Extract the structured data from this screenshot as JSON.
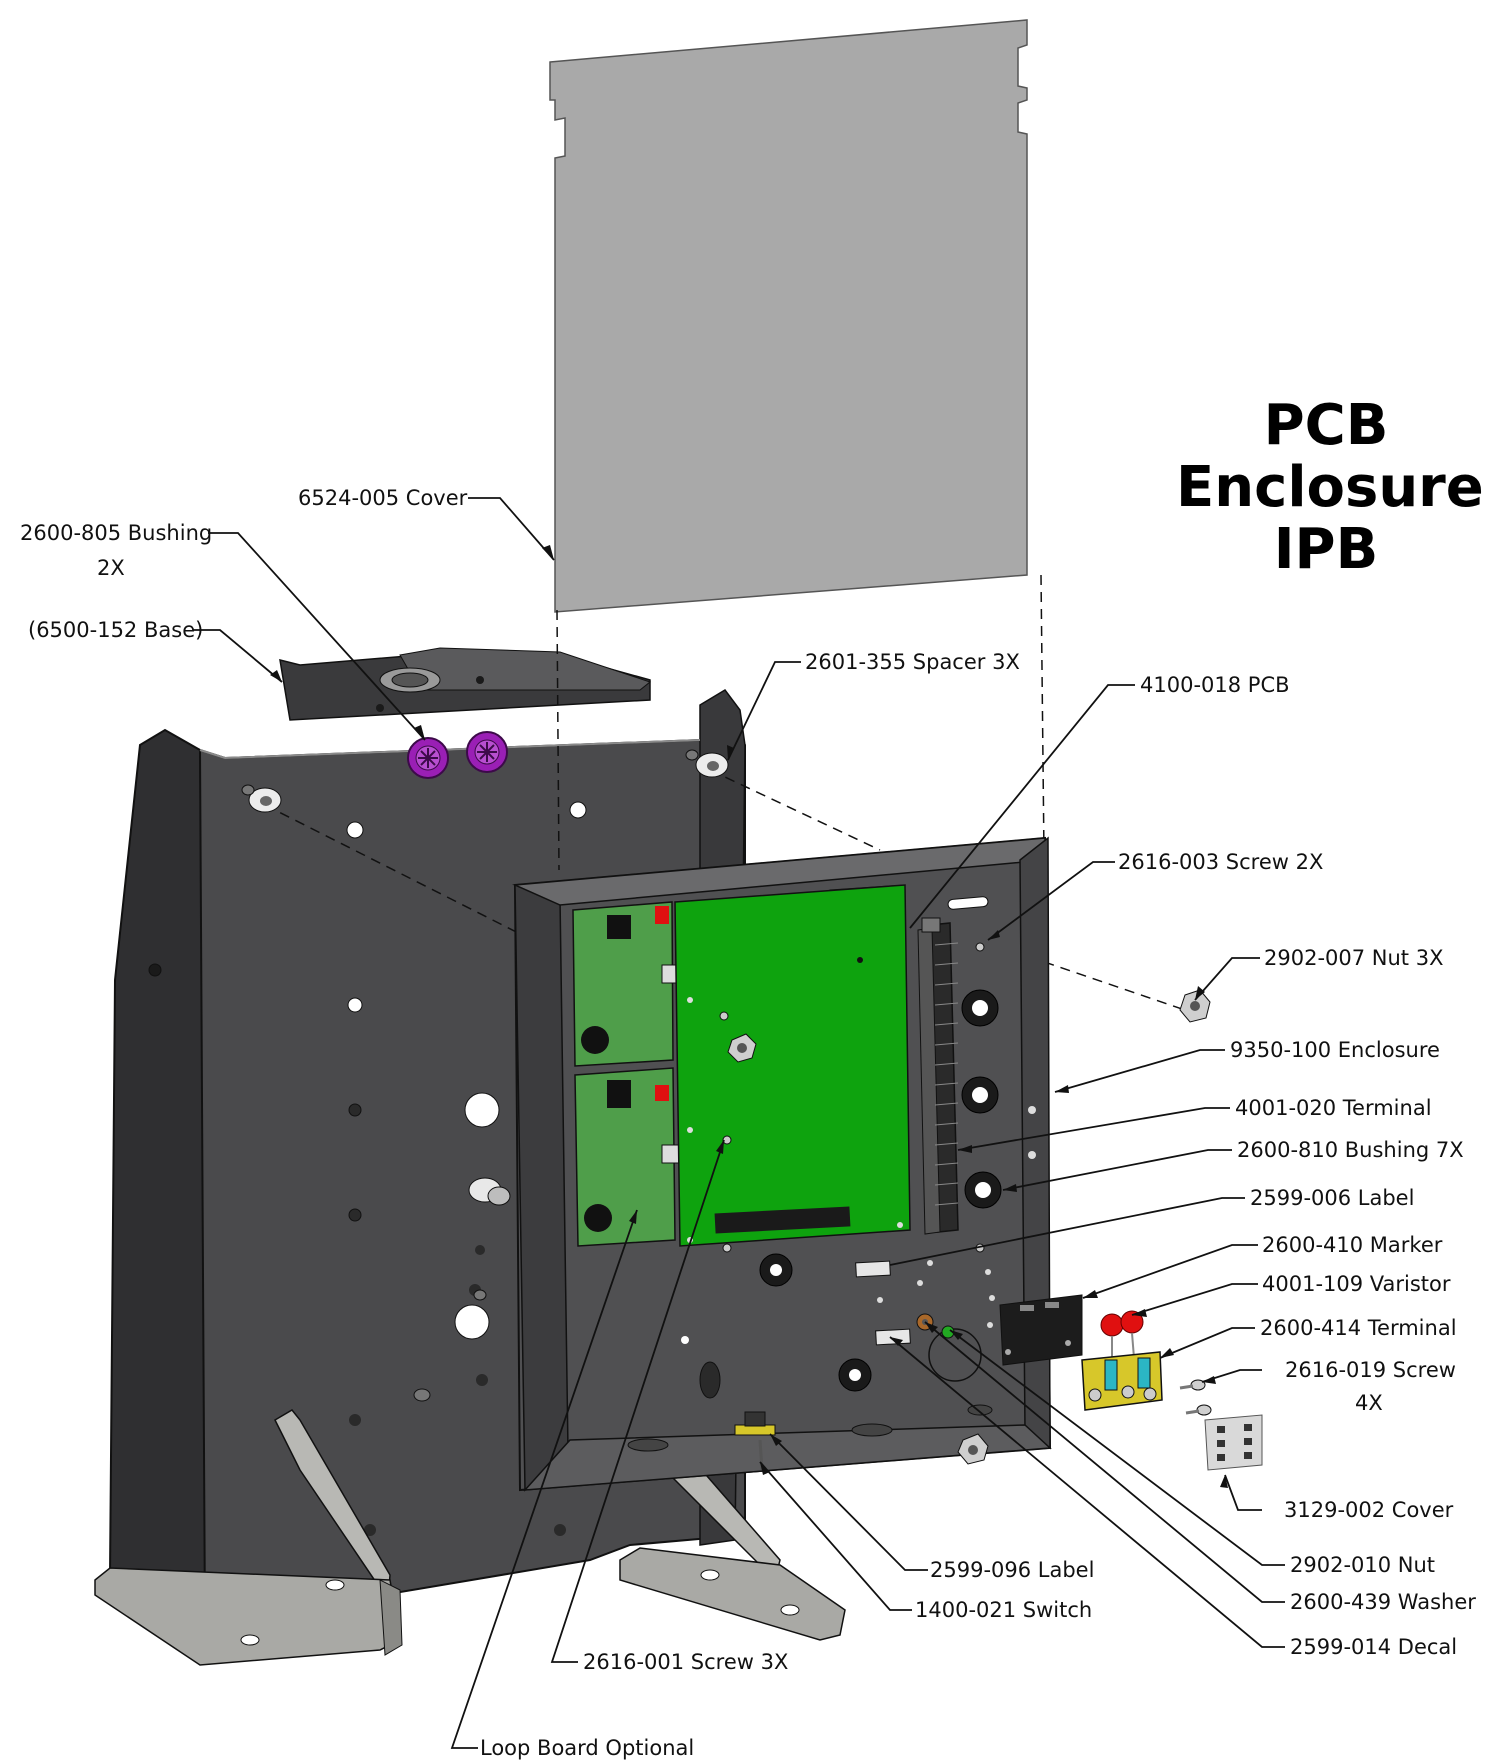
{
  "title": {
    "line1": "PCB",
    "line2": "Enclosure",
    "line3": "IPB"
  },
  "labels": {
    "cover_6524": "6524-005 Cover",
    "bushing_2600_805": "2600-805 Bushing",
    "bushing_2600_805_qty": "2X",
    "base_6500": "(6500-152 Base)",
    "spacer_2601": "2601-355 Spacer  3X",
    "pcb_4100": "4100-018 PCB",
    "screw_2616_003": "2616-003 Screw  2X",
    "nut_2902_007": "2902-007 Nut  3X",
    "enclosure_9350": "9350-100 Enclosure",
    "terminal_4001_020": "4001-020 Terminal",
    "bushing_2600_810": "2600-810 Bushing  7X",
    "label_2599_006": "2599-006 Label",
    "marker_2600_410": "2600-410 Marker",
    "varistor_4001_109": "4001-109 Varistor",
    "terminal_2600_414": "2600-414 Terminal",
    "screw_2616_019": "2616-019 Screw",
    "screw_2616_019_qty": "4X",
    "cover_3129": "3129-002 Cover",
    "nut_2902_010": "2902-010 Nut",
    "washer_2600_439": "2600-439 Washer",
    "decal_2599_014": "2599-014 Decal",
    "label_2599_096": "2599-096 Label",
    "switch_1400": "1400-021 Switch",
    "screw_2616_001": "2616-001 Screw  3X",
    "loop_board": "Loop Board Optional"
  },
  "colors": {
    "cover_gray": "#a9a9a9",
    "enclosure_dark": "#4a4a4c",
    "pcb_green": "#0ea30e",
    "board_green": "#4f9e4a",
    "bushing_purple": "#9a1fb5",
    "varistor_red": "#e01010",
    "terminal_yellow": "#d7c72a",
    "leg_metal": "#9c9c98"
  }
}
